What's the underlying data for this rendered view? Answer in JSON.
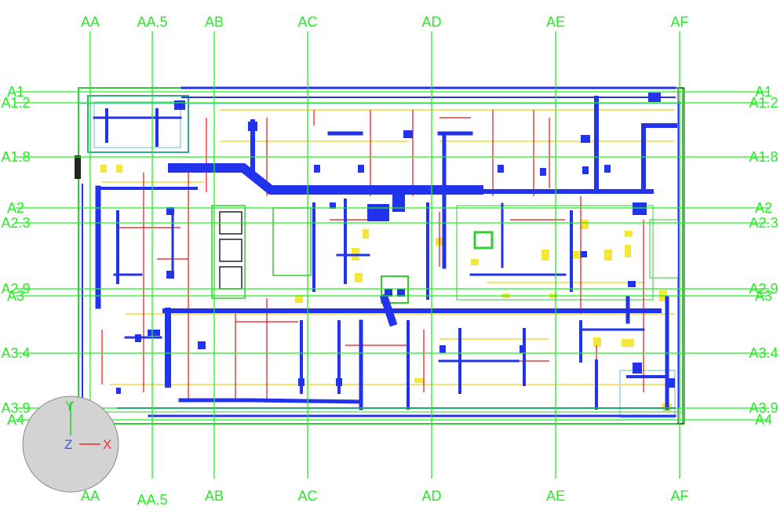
{
  "colors": {
    "grid": "#22ee22",
    "duct": "#2233ee",
    "pipe_red": "#ee1111",
    "equipment_yellow": "#f6e63a",
    "outline_green": "#33cc33",
    "gizmo_fill": "#d3d3d3",
    "axis_x": "#ff2a2a",
    "axis_y": "#22cc22",
    "axis_z": "#3355ff"
  },
  "grid_columns": [
    "AA",
    "AA.5",
    "AB",
    "AC",
    "AD",
    "AE",
    "AF"
  ],
  "grid_rows": [
    "A1",
    "A1.2",
    "A1.8",
    "A2",
    "A2.3",
    "A2.9",
    "A3",
    "A3.4",
    "A3.9",
    "A4"
  ],
  "view_cube": {
    "x_label": "X",
    "y_label": "Y",
    "z_label": "Z"
  }
}
